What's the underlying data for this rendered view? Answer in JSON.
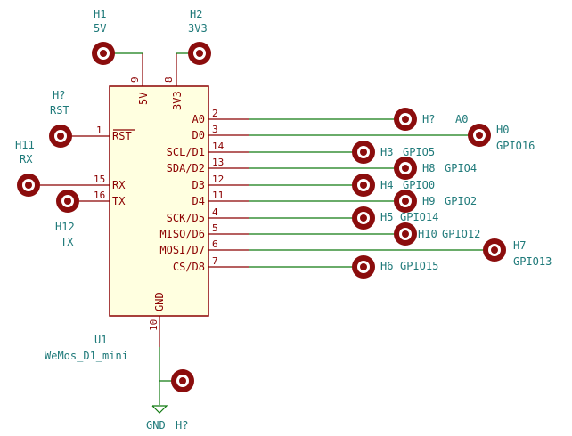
{
  "component": {
    "ref": "U1",
    "value": "WeMos_D1_mini"
  },
  "left_pins": [
    {
      "num": "1",
      "name": "RST"
    },
    {
      "num": "15",
      "name": "RX"
    },
    {
      "num": "16",
      "name": "TX"
    }
  ],
  "right_pins": [
    {
      "num": "2",
      "name": "A0"
    },
    {
      "num": "3",
      "name": "D0"
    },
    {
      "num": "14",
      "name": "SCL/D1"
    },
    {
      "num": "13",
      "name": "SDA/D2"
    },
    {
      "num": "12",
      "name": "D3"
    },
    {
      "num": "11",
      "name": "D4"
    },
    {
      "num": "4",
      "name": "SCK/D5"
    },
    {
      "num": "5",
      "name": "MISO/D6"
    },
    {
      "num": "6",
      "name": "MOSI/D7"
    },
    {
      "num": "7",
      "name": "CS/D8"
    }
  ],
  "top_pins": [
    {
      "num": "9",
      "name": "5V"
    },
    {
      "num": "8",
      "name": "3V3"
    }
  ],
  "bottom_pin": {
    "num": "10",
    "name": "GND"
  },
  "headers": [
    {
      "ref": "H1",
      "net": "5V"
    },
    {
      "ref": "H2",
      "net": "3V3"
    },
    {
      "ref": "H?",
      "net": "RST"
    },
    {
      "ref": "H11",
      "net": "RX"
    },
    {
      "ref": "H12",
      "net": "TX"
    },
    {
      "ref": "H?",
      "net": "A0"
    },
    {
      "ref": "H0",
      "net": "GPIO16"
    },
    {
      "ref": "H3",
      "net": "GPIO5"
    },
    {
      "ref": "H8",
      "net": "GPIO4"
    },
    {
      "ref": "H4",
      "net": "GPIO0"
    },
    {
      "ref": "H9",
      "net": "GPIO2"
    },
    {
      "ref": "H5",
      "net": "GPIO14"
    },
    {
      "ref": "H10",
      "net": "GPIO12"
    },
    {
      "ref": "H7",
      "net": "GPIO13"
    },
    {
      "ref": "H6",
      "net": "GPIO15"
    },
    {
      "ref": "H?",
      "net": ""
    }
  ],
  "gnd_symbol": {
    "label": "GND"
  },
  "colors": {
    "label": "#1f7a7a",
    "pin": "#8b0000",
    "wire": "#127a12",
    "pad": "#8b0d0d",
    "body_fill": "#ffffe0"
  }
}
